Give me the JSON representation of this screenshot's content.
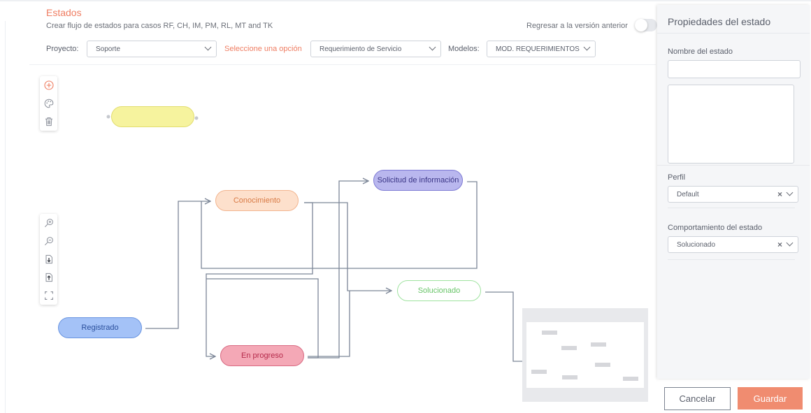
{
  "header": {
    "title": "Estados",
    "subtitle": "Crear flujo de estados para casos RF, CH, IM, PM, RL, MT and TK",
    "revert_label": "Regresar a la versión anterior"
  },
  "filters": {
    "project_label": "Proyecto:",
    "project_value": "Soporte",
    "option_label": "Seleccione una opción",
    "option_value": "Requerimiento de Servicio",
    "models_label": "Modelos:",
    "models_value": "MOD. REQUERIMIENTOS Q..."
  },
  "toolbars": {
    "edit": [
      "add-circle-icon",
      "palette-icon",
      "trash-icon"
    ],
    "view": [
      "zoom-in-icon",
      "zoom-out-icon",
      "download-icon",
      "upload-icon",
      "fit-screen-icon"
    ]
  },
  "nodes": {
    "new_node": "",
    "registrado": "Registrado",
    "conocimiento": "Conocimiento",
    "solicitud": "Solicitud de información",
    "en_progreso": "En progreso",
    "solucionado": "Solucionado"
  },
  "node_colors": {
    "new_node": "#f6f39e",
    "registrado": "#a4c2f7",
    "conocimiento": "#fde0cc",
    "solicitud": "#b9b7ee",
    "en_progreso": "#f4a8b6",
    "solucionado": "#ffffff"
  },
  "panel": {
    "title": "Propiedades del estado",
    "name_label": "Nombre del estado",
    "name_value": "",
    "description_value": "",
    "profile_label": "Perfil",
    "profile_value": "Default",
    "behavior_label": "Comportamiento del estado",
    "behavior_value": "Solucionado"
  },
  "actions": {
    "cancel": "Cancelar",
    "save": "Guardar"
  },
  "colors": {
    "accent": "#ef7d62",
    "save_button": "#f08c70",
    "edge": "#7c8697"
  }
}
